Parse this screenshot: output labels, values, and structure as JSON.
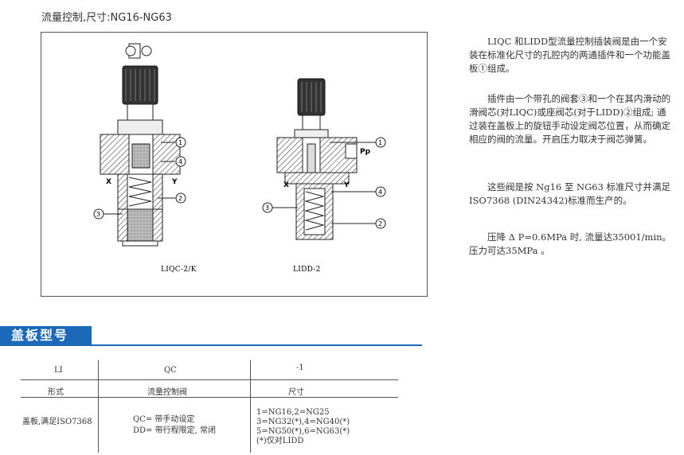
{
  "page_title": "流量控制,尺寸:NG16-NG63",
  "figure": {
    "left_label": "LIQC-2/K",
    "right_label": "LIDD-2",
    "port_x": "X",
    "port_y": "Y",
    "port_x2": "X",
    "port_y2": "Y",
    "port_pp": "Pp",
    "callouts": [
      "1",
      "4",
      "2",
      "3",
      "1",
      "3",
      "4",
      "2"
    ]
  },
  "description": {
    "p1": "LIQC 和LIDD型流量控制插装阀是由一个安装在标准化尺寸的孔腔内的两通插件和一个功能盖板①组成。",
    "p2": "插件由一个带孔的阀套③和一个在其内滑动的滑阀芯(对LIQC)或座阀芯(对于LIDD)②组成; 通过装在盖板上的旋钮手动设定阀芯位置，从而确定相应的阀的流量。开启压力取决于阀芯弹簧。",
    "p3": "这些阀是按 Ng16 至 NG63 标准尺寸并满足 ISO7368 (DIN24342)标准而生产的。",
    "p4": "压降 Δ P=0.6MPa 时, 流量达35001/min。压力可达35MPa 。"
  },
  "section_heading": "盖板型号",
  "model_table": {
    "code": [
      "LI",
      "QC",
      "-1"
    ],
    "headers": [
      "形式",
      "流量控制阀",
      "尺寸"
    ],
    "row_form": "盖板,满足ISO7368",
    "row_control": [
      "QC=  带手动设定",
      "DD=  带行程限定, 常闭"
    ],
    "row_size": [
      "1=NG16,2=NG25",
      "3=NG32(*),4=NG40(*)",
      "5=NG50(*),6=NG63(*)",
      "(*)仅对LIDD"
    ]
  }
}
